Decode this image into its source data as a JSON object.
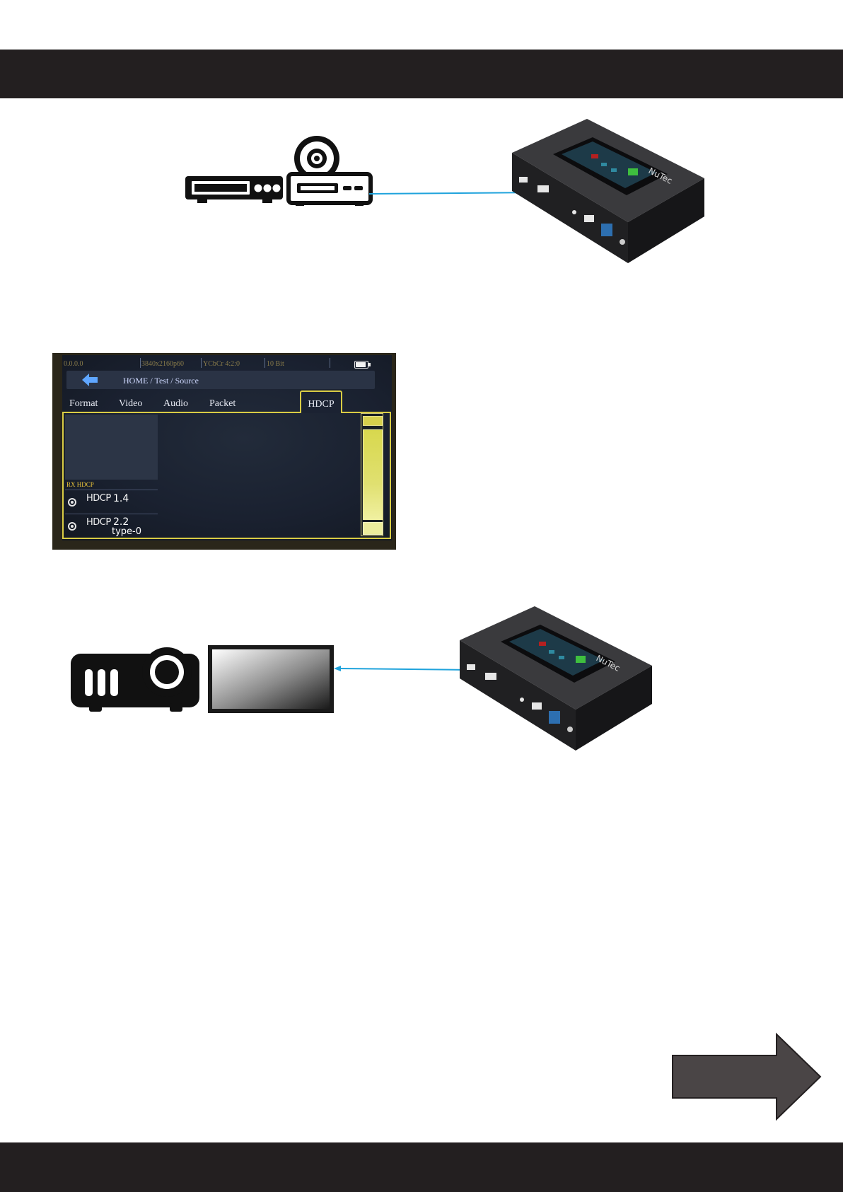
{
  "screenshot": {
    "status": {
      "ip": "0.0.0.0",
      "resolution": "3840x2160p60",
      "color": "YCbCr 4:2:0",
      "depth": "10 Bit"
    },
    "battery_level": 0.85,
    "breadcrumb": "HOME / Test / Source",
    "tabs": [
      "Format",
      "Video",
      "Audio",
      "Packet",
      "HDCP"
    ],
    "active_tab": "HDCP",
    "section_label": "RX HDCP",
    "options": [
      {
        "prefix": "HDCP",
        "version": "1.4",
        "sub": ""
      },
      {
        "prefix": "HDCP",
        "version": "2.2",
        "sub": "type-0"
      }
    ]
  },
  "device_brand": "NuTec",
  "colors": {
    "band": "#231f20",
    "cable": "#1fa3dc",
    "device": "#2b2b2e",
    "arrow": "#4a4546"
  },
  "icons": [
    "set-top-box-icon",
    "disc-player-icon",
    "projector-icon",
    "display-icon",
    "next-page-arrow-icon"
  ]
}
